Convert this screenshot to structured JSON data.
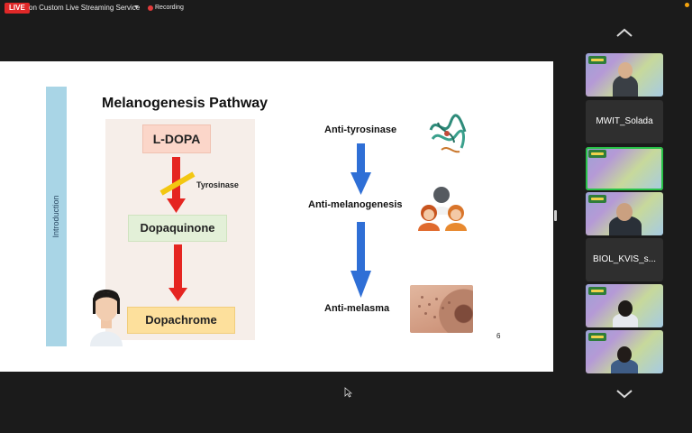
{
  "top_bar": {
    "live_badge": "LIVE",
    "stream_text": "on Custom Live Streaming Service",
    "recording_text": "Recording"
  },
  "slide": {
    "sidebar_label": "Introduction",
    "title": "Melanogenesis Pathway",
    "pathway": {
      "step1": "L-DOPA",
      "enzyme": "Tyrosinase",
      "step2": "Dopaquinone",
      "step3": "Dopachrome"
    },
    "effects": {
      "anti_tyrosinase": "Anti-tyrosinase",
      "anti_melanogenesis": "Anti-melanogenesis",
      "anti_melasma": "Anti-melasma"
    },
    "page_number": "6"
  },
  "participants": [
    {
      "name": "",
      "type": "video"
    },
    {
      "name": "MWIT_Solada",
      "type": "name"
    },
    {
      "name": "",
      "type": "video",
      "active_speaker": true
    },
    {
      "name": "",
      "type": "video"
    },
    {
      "name": "BIOL_KVIS_s...",
      "type": "name"
    },
    {
      "name": "",
      "type": "video"
    },
    {
      "name": "",
      "type": "video"
    }
  ],
  "colors": {
    "live_red": "#e02828",
    "active_speaker_green": "#28c248",
    "intro_bar_blue": "#a9d5e6",
    "pathway_arrow_red": "#e52521",
    "effect_arrow_blue": "#2f6fd6",
    "inhibitor_bar_yellow": "#f3c712"
  },
  "icons": [
    "chevron-up-icon",
    "chevron-down-icon",
    "recording-icon",
    "cursor-icon",
    "protein-structure-icon",
    "people-icon"
  ]
}
